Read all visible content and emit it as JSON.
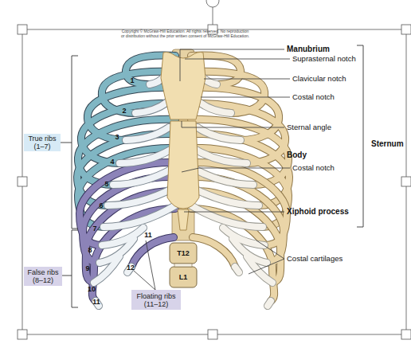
{
  "diagram": {
    "nodes": [
      {
        "text": [
          "True ribs (1–7)"
        ]
      },
      {
        "text": [
          "False ribs (8–12)"
        ]
      },
      {
        "text": [
          "Floating ribs (11–12)"
        ]
      }
    ],
    "labels": [
      "Copyright © McGraw-Hill Education. All rights reserved. No reproduction or distribution without the prior written consent of McGraw-Hill Education.",
      "Manubrium",
      "Suprasternal notch",
      "Clavicular notch",
      "Costal notch",
      "Sternal angle",
      "Body",
      "Costal notch",
      "Xiphoid process",
      "Sternum",
      "Costal cartilages",
      "1",
      "2",
      "3",
      "4",
      "5",
      "6",
      "7",
      "8",
      "9",
      "10",
      "11",
      "11",
      "12",
      "T12",
      "L1"
    ]
  }
}
